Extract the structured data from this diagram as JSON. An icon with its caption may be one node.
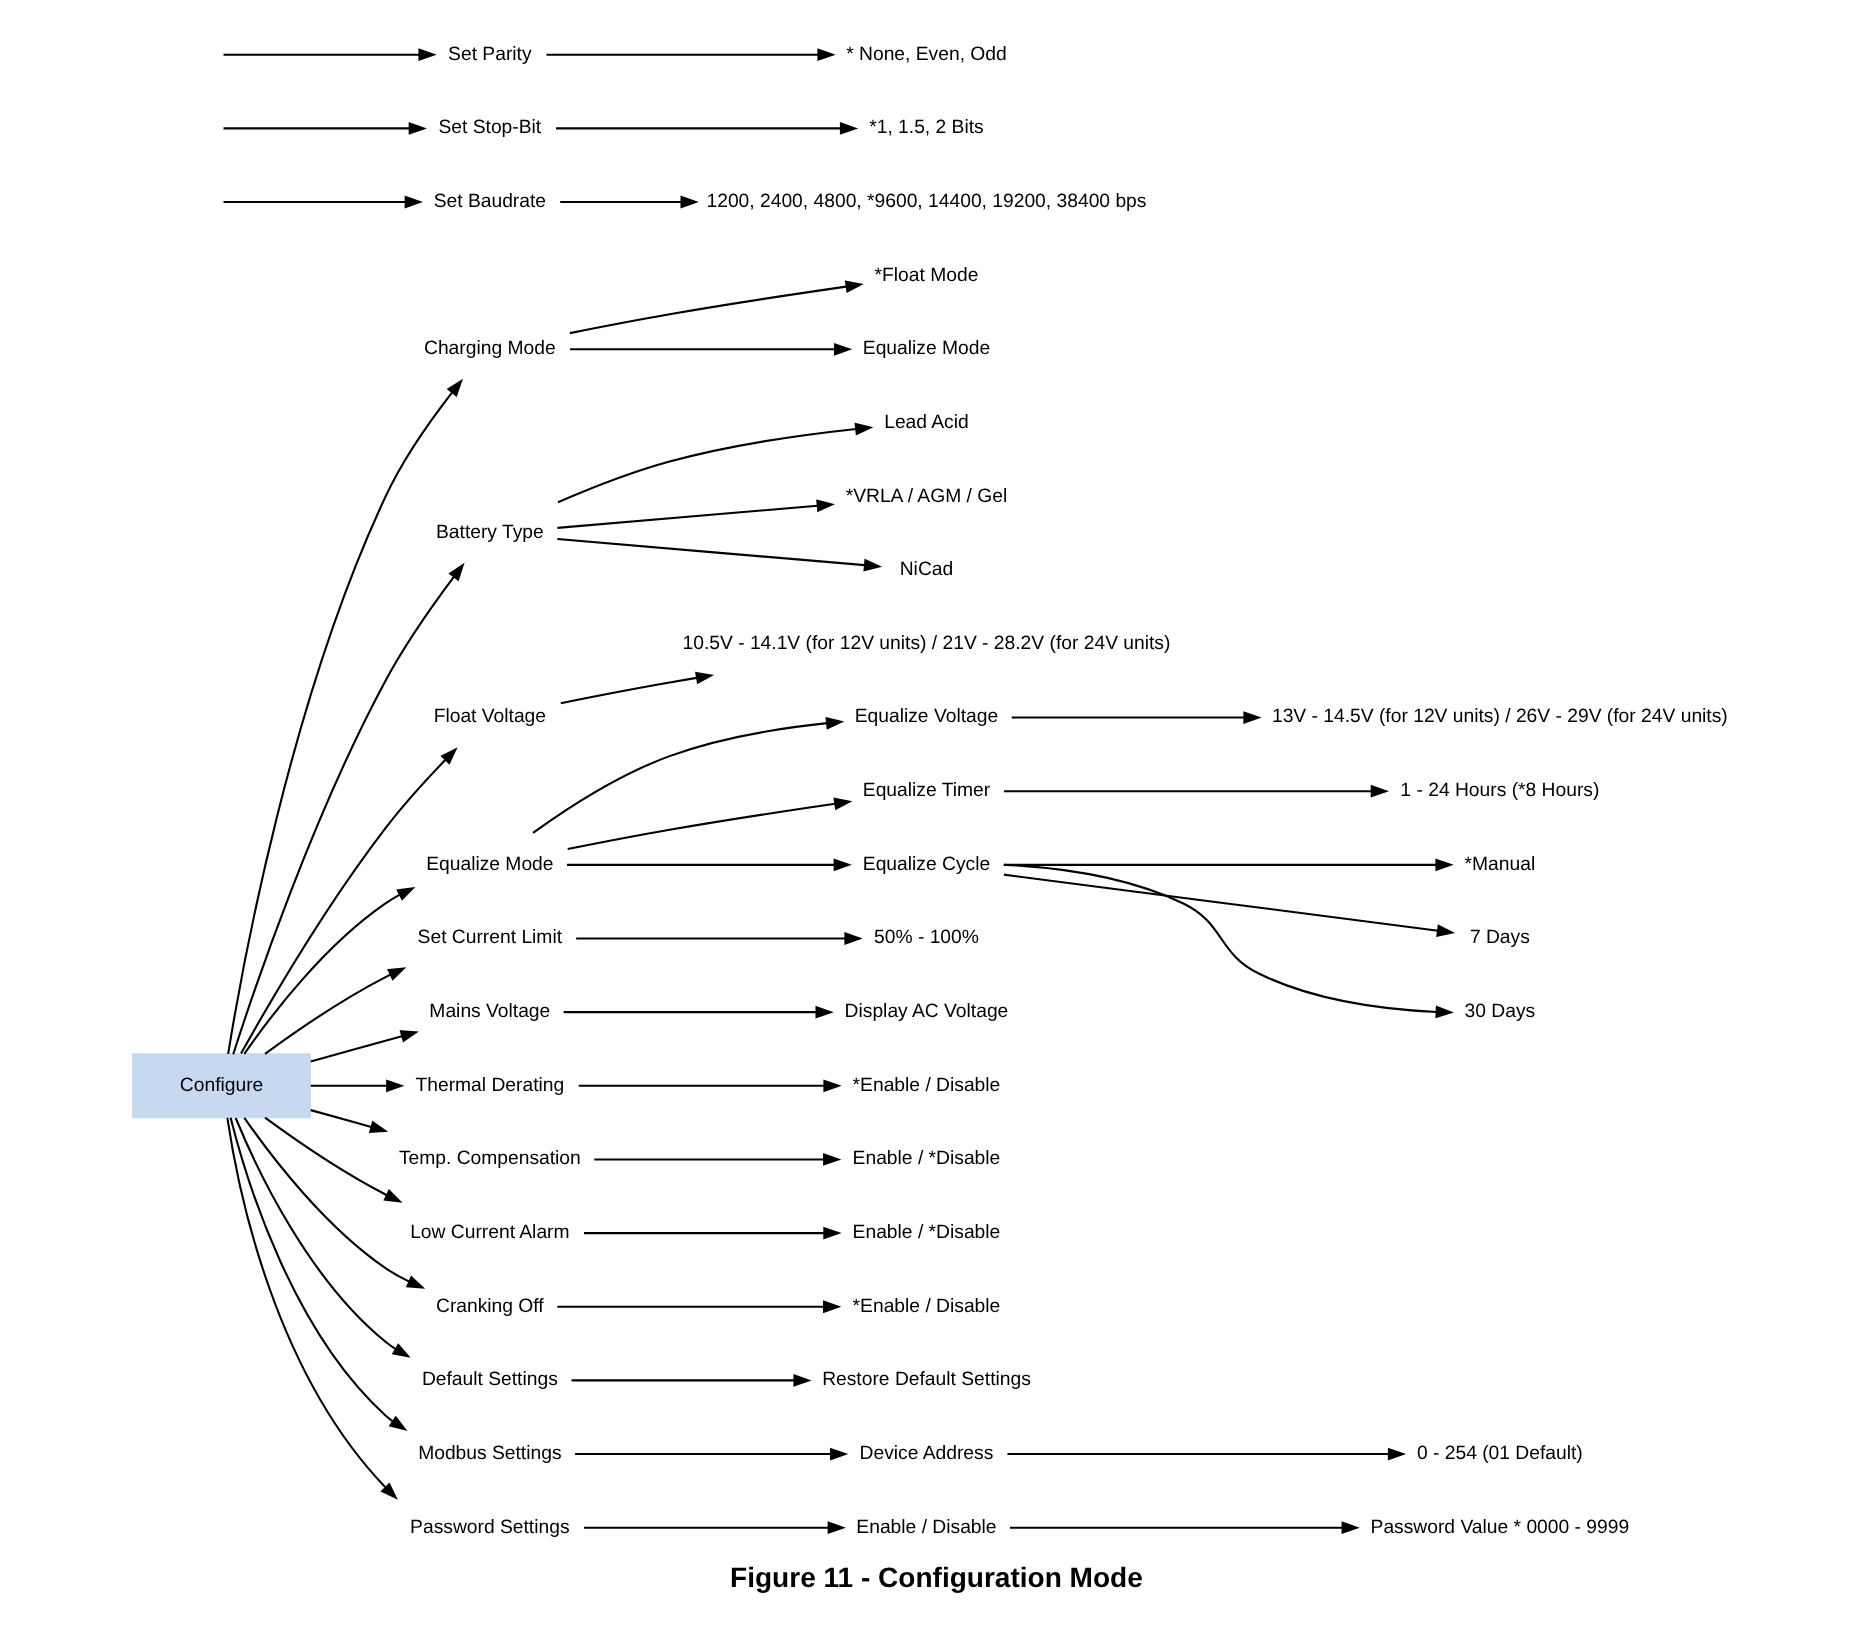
{
  "diagram": {
    "caption": "Figure 11 - Configuration Mode",
    "nodes": [
      {
        "text": [
          "Configure"
        ]
      },
      {
        "text": [
          "Charging Mode"
        ]
      },
      {
        "text": [
          "*Float Mode"
        ]
      },
      {
        "text": [
          "Equalize Mode"
        ]
      },
      {
        "text": [
          "Battery Type"
        ]
      },
      {
        "text": [
          "Lead Acid"
        ]
      },
      {
        "text": [
          "*VRLA / AGM / Gel"
        ]
      },
      {
        "text": [
          "NiCad"
        ]
      },
      {
        "text": [
          "Float Voltage"
        ]
      },
      {
        "text": [
          "10.5V - 14.1V (for 12V units) / 21V - 28.2V (for 24V units)"
        ]
      },
      {
        "text": [
          "Equalize Mode"
        ]
      },
      {
        "text": [
          "Equalize Voltage"
        ]
      },
      {
        "text": [
          "13V - 14.5V (for 12V units) / 26V - 29V (for 24V units)"
        ]
      },
      {
        "text": [
          "Equalize Timer"
        ]
      },
      {
        "text": [
          "1 - 24 Hours (*8 Hours)"
        ]
      },
      {
        "text": [
          "Equalize Cycle"
        ]
      },
      {
        "text": [
          "*Manual"
        ]
      },
      {
        "text": [
          "7 Days"
        ]
      },
      {
        "text": [
          "30 Days"
        ]
      },
      {
        "text": [
          "Set Current Limit"
        ]
      },
      {
        "text": [
          "50% - 100%"
        ]
      },
      {
        "text": [
          "Mains Voltage"
        ]
      },
      {
        "text": [
          "Display AC Voltage"
        ]
      },
      {
        "text": [
          "Thermal Derating"
        ]
      },
      {
        "text": [
          "*Enable / Disable"
        ]
      },
      {
        "text": [
          "Temp. Compensation"
        ]
      },
      {
        "text": [
          "Enable / *Disable"
        ]
      },
      {
        "text": [
          "Low Current Alarm"
        ]
      },
      {
        "text": [
          "Enable / *Disable"
        ]
      },
      {
        "text": [
          "Cranking Off"
        ]
      },
      {
        "text": [
          "*Enable / Disable"
        ]
      },
      {
        "text": [
          "Default Settings"
        ]
      },
      {
        "text": [
          "Restore Default Settings"
        ]
      },
      {
        "text": [
          "Modbus Settings"
        ]
      },
      {
        "text": [
          "Device Address"
        ]
      },
      {
        "text": [
          "0 - 254 (01 Default)"
        ]
      },
      {
        "text": [
          "Set Baudrate"
        ]
      },
      {
        "text": [
          "1200, 2400, 4800, *9600, 14400, 19200, 38400 bps"
        ]
      },
      {
        "text": [
          "Set Stop-Bit"
        ]
      },
      {
        "text": [
          "*1, 1.5, 2 Bits"
        ]
      },
      {
        "text": [
          "Set Parity"
        ]
      },
      {
        "text": [
          "* None, Even, Odd"
        ]
      },
      {
        "text": [
          "Password Settings"
        ]
      },
      {
        "text": [
          "Enable / Disable"
        ]
      },
      {
        "text": [
          "Password Value * 0000 - 9999"
        ]
      }
    ],
    "edges": [
      {
        "from": 0,
        "to": 1,
        "arrow": "to"
      },
      {
        "from": 0,
        "to": 4,
        "arrow": "to"
      },
      {
        "from": 0,
        "to": 8,
        "arrow": "to"
      },
      {
        "from": 0,
        "to": 10,
        "arrow": "to"
      },
      {
        "from": 0,
        "to": 19,
        "arrow": "to"
      },
      {
        "from": 0,
        "to": 21,
        "arrow": "to"
      },
      {
        "from": 0,
        "to": 23,
        "arrow": "to"
      },
      {
        "from": 0,
        "to": 25,
        "arrow": "to"
      },
      {
        "from": 0,
        "to": 27,
        "arrow": "to"
      },
      {
        "from": 0,
        "to": 29,
        "arrow": "to"
      },
      {
        "from": 0,
        "to": 31,
        "arrow": "to"
      },
      {
        "from": 0,
        "to": 33,
        "arrow": "to"
      },
      {
        "from": 0,
        "to": 42,
        "arrow": "to"
      },
      {
        "from": 1,
        "to": 2,
        "arrow": "to"
      },
      {
        "from": 1,
        "to": 3,
        "arrow": "to"
      },
      {
        "from": 4,
        "to": 5,
        "arrow": "to"
      },
      {
        "from": 4,
        "to": 6,
        "arrow": "to"
      },
      {
        "from": 4,
        "to": 7,
        "arrow": "to"
      },
      {
        "from": 8,
        "to": 9,
        "arrow": "to"
      },
      {
        "from": 10,
        "to": 11,
        "arrow": "to"
      },
      {
        "from": 10,
        "to": 13,
        "arrow": "to"
      },
      {
        "from": 10,
        "to": 15,
        "arrow": "to"
      },
      {
        "from": 11,
        "to": 12,
        "arrow": "to"
      },
      {
        "from": 13,
        "to": 14,
        "arrow": "to"
      },
      {
        "from": 15,
        "to": 16,
        "arrow": "to"
      },
      {
        "from": 15,
        "to": 17,
        "arrow": "to"
      },
      {
        "from": 15,
        "to": 18,
        "arrow": "to"
      },
      {
        "from": 19,
        "to": 20,
        "arrow": "to"
      },
      {
        "from": 21,
        "to": 22,
        "arrow": "to"
      },
      {
        "from": 23,
        "to": 24,
        "arrow": "to"
      },
      {
        "from": 25,
        "to": 26,
        "arrow": "to"
      },
      {
        "from": 27,
        "to": 28,
        "arrow": "to"
      },
      {
        "from": 29,
        "to": 30,
        "arrow": "to"
      },
      {
        "from": 31,
        "to": 32,
        "arrow": "to"
      },
      {
        "from": 33,
        "to": 34,
        "arrow": "to"
      },
      {
        "from": 34,
        "to": 35,
        "arrow": "to"
      },
      {
        "from": null,
        "to": 36,
        "arrow": "to"
      },
      {
        "from": null,
        "to": 38,
        "arrow": "to"
      },
      {
        "from": null,
        "to": 40,
        "arrow": "to"
      },
      {
        "from": 36,
        "to": 37,
        "arrow": "to"
      },
      {
        "from": 38,
        "to": 39,
        "arrow": "to"
      },
      {
        "from": 40,
        "to": 41,
        "arrow": "to"
      },
      {
        "from": 42,
        "to": 43,
        "arrow": "to"
      },
      {
        "from": 43,
        "to": 44,
        "arrow": "to"
      }
    ]
  }
}
